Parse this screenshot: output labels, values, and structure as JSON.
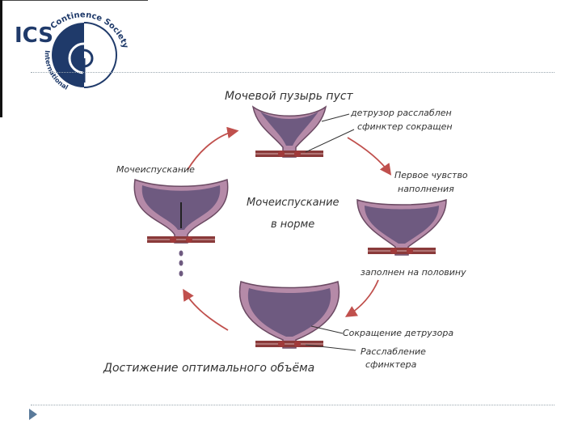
{
  "logo": {
    "abbr": "ICS",
    "arc_text": "Continence Society",
    "side_text": "International"
  },
  "labels": {
    "empty": "Мочевой пузырь пуст",
    "detrusor_relaxed": "детрузор расслаблен",
    "sphincter_contracted": "сфинктер сокращен",
    "first_sensation_1": "Первое чувство",
    "first_sensation_2": "наполнения",
    "half_filled": "заполнен на половину",
    "detrusor_contraction": "Сокращение детрузора",
    "sphincter_relax_1": "Расслабление",
    "sphincter_relax_2": "сфинктера",
    "optimal_volume": "Достижение оптимального объёма",
    "urination": "Мочеиспускание",
    "center_1": "Мочеиспускание",
    "center_2": "в норме"
  },
  "colors": {
    "bladder_outer": "#b58aa8",
    "bladder_inner": "#6e5a80",
    "sphincter": "#a03a3a",
    "arrow": "#c0504d",
    "ics_blue": "#1f3a6a"
  }
}
